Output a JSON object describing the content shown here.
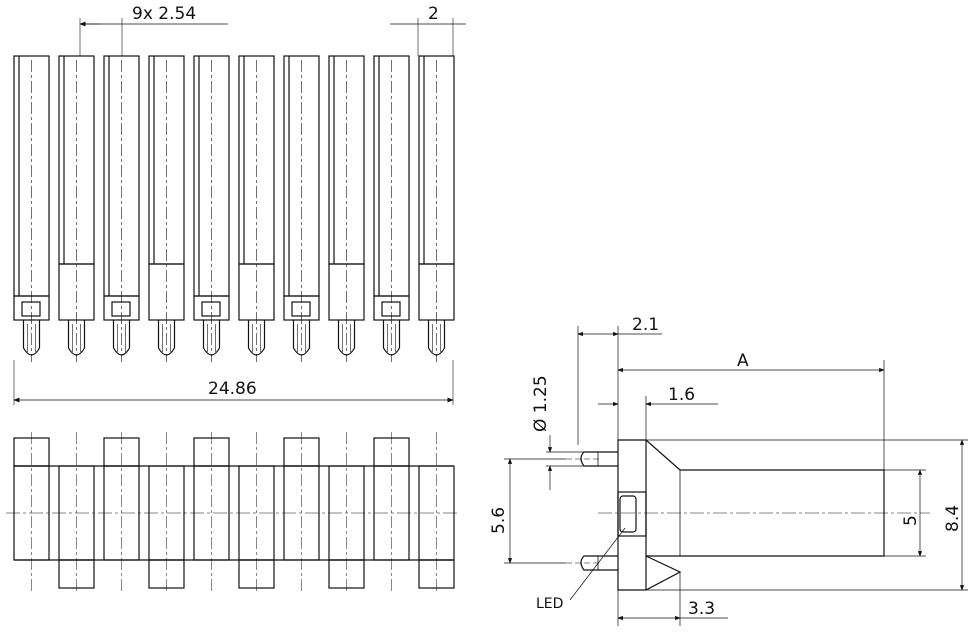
{
  "front_view": {
    "pitch_label": "9x 2.54",
    "pin_width_label": "2",
    "overall_width_label": "24.86"
  },
  "side_view": {
    "offset_label": "2.1",
    "length_label": "A",
    "pin_offset_label": "1.6",
    "diameter_label": "Ø 1.25",
    "pin_spacing_label": "5.6",
    "body_height_label": "5",
    "overall_height_label": "8.4",
    "base_label": "3.3",
    "led_label": "LED"
  }
}
